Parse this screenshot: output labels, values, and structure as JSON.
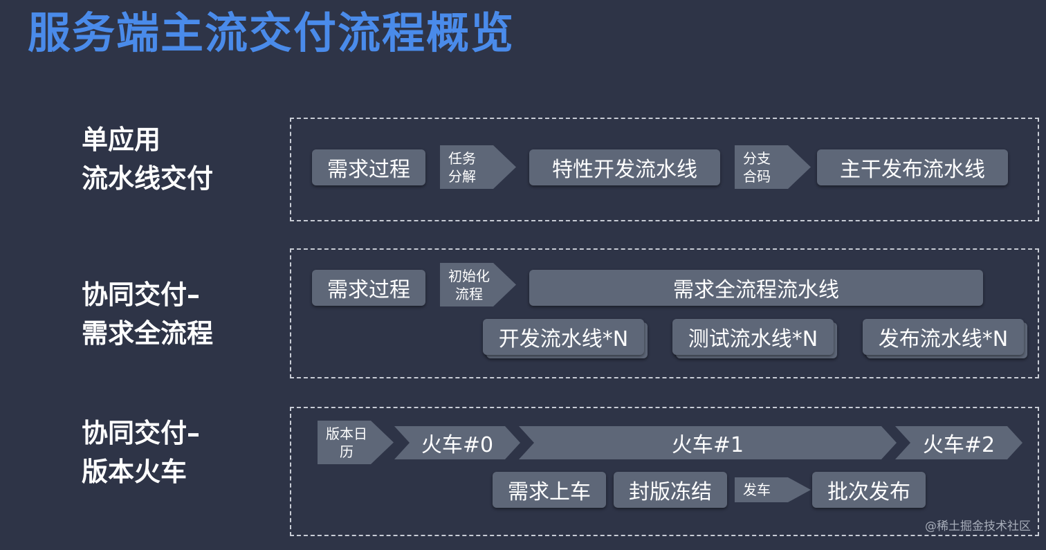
{
  "title": "服务端主流交付流程概览",
  "rows": [
    {
      "label_line1": "单应用",
      "label_line2": "流水线交付",
      "box1": "需求过程",
      "arrow1_l1": "任务",
      "arrow1_l2": "分解",
      "box2": "特性开发流水线",
      "arrow2_l1": "分支",
      "arrow2_l2": "合码",
      "box3": "主干发布流水线"
    },
    {
      "label_line1": "协同交付–",
      "label_line2": "需求全流程",
      "box1": "需求过程",
      "arrow1_l1": "初始化",
      "arrow1_l2": "流程",
      "bar": "需求全流程流水线",
      "sub1": "开发流水线*N",
      "sub2": "测试流水线*N",
      "sub3": "发布流水线*N"
    },
    {
      "label_line1": "协同交付–",
      "label_line2": "版本火车",
      "arrow1_l1": "版本日",
      "arrow1_l2": "历",
      "train0": "火车#0",
      "train1": "火车#1",
      "train2": "火车#2",
      "box1": "需求上车",
      "box2": "封版冻结",
      "arrow2": "发车",
      "box3": "批次发布"
    }
  ],
  "watermark": "@稀土掘金技术社区"
}
